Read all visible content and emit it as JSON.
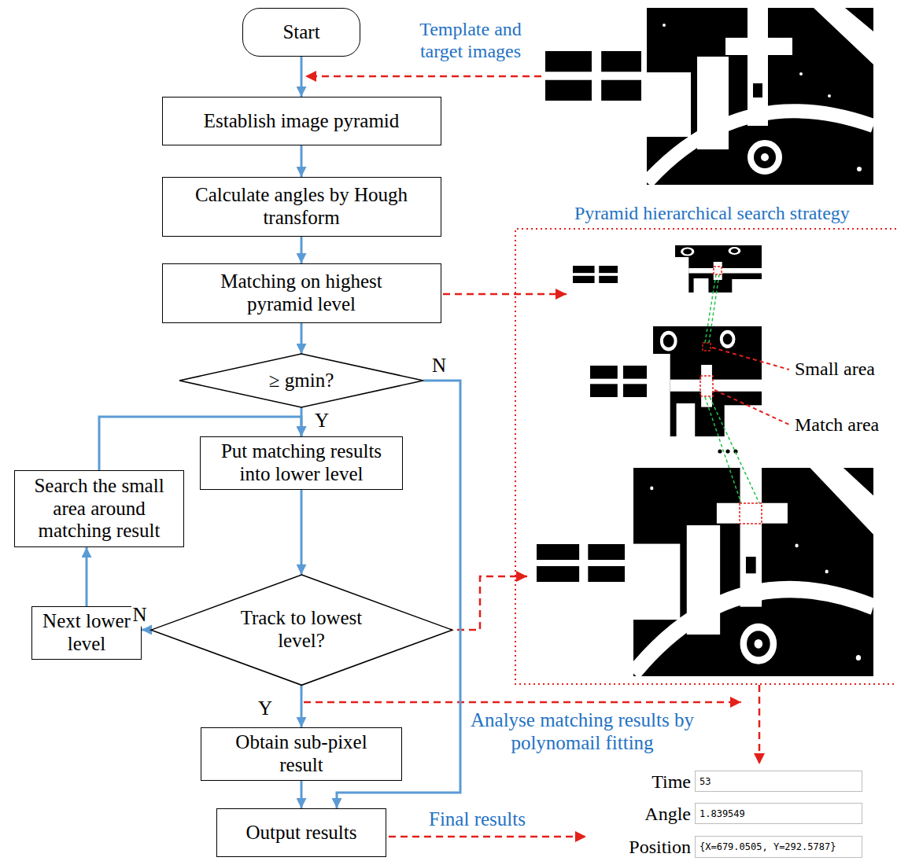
{
  "diagram": {
    "nodes": [
      {
        "text": [
          "Start"
        ]
      },
      {
        "text": [
          "Establish image pyramid"
        ]
      },
      {
        "text": [
          "Calculate angles by Hough transform"
        ]
      },
      {
        "text": [
          "Matching on highest pyramid level"
        ]
      },
      {
        "text": [
          "≥ gmin?"
        ]
      },
      {
        "text": [
          "Put matching results into lower level"
        ]
      },
      {
        "text": [
          "Search the small area around matching result"
        ]
      },
      {
        "text": [
          "Track to lowest level?"
        ]
      },
      {
        "text": [
          "Next lower level"
        ]
      },
      {
        "text": [
          "Obtain sub-pixel result"
        ]
      },
      {
        "text": [
          "Output results"
        ]
      },
      {
        "text": [
          "Time",
          "53"
        ]
      },
      {
        "text": [
          "Angle",
          "1.839549"
        ]
      },
      {
        "text": [
          "Position",
          "{X=679.0505, Y=292.5787}"
        ]
      }
    ],
    "edges": [
      {
        "from": 0,
        "to": 1,
        "arrow": "to"
      },
      {
        "from": 1,
        "to": 2,
        "arrow": "to"
      },
      {
        "from": 2,
        "to": 3,
        "arrow": "to"
      },
      {
        "from": 3,
        "to": 4,
        "arrow": "to"
      },
      {
        "from": 4,
        "to": 5,
        "label": "Y",
        "arrow": "to"
      },
      {
        "from": 5,
        "to": 7,
        "arrow": "to"
      },
      {
        "from": 7,
        "to": 8,
        "label": "N",
        "arrow": "to"
      },
      {
        "from": 8,
        "to": 6,
        "arrow": "to"
      },
      {
        "from": 6,
        "to": 5,
        "arrow": "to"
      },
      {
        "from": 7,
        "to": 9,
        "label": "Y",
        "arrow": "to"
      },
      {
        "from": 9,
        "to": 10,
        "arrow": "to"
      },
      {
        "from": 4,
        "to": 10,
        "label": "N",
        "arrow": "to"
      }
    ],
    "labels": [
      "Template and target images",
      "Pyramid hierarchical search strategy",
      "Small area",
      "Match area",
      "Analyse matching results by polynomail fitting",
      "Final results"
    ]
  }
}
